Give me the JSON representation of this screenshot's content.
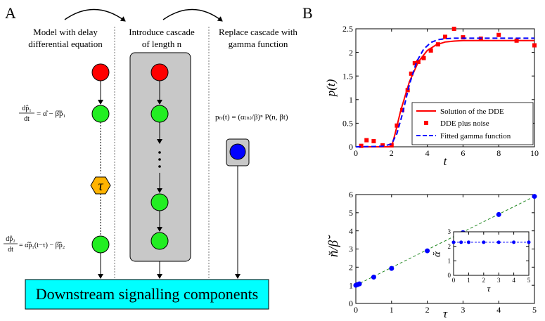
{
  "panel_a": {
    "panel_label": "A",
    "column_titles": [
      {
        "line1": "Model with delay",
        "line2": "differential equation"
      },
      {
        "line1": "Introduce cascade",
        "line2": "of length n"
      },
      {
        "line1": "Replace cascade with",
        "line2": "gamma function"
      }
    ],
    "eq1_lhs_num": "dp̂₁",
    "eq1_lhs_den": "dt",
    "eq1_rhs": "= α̂ − β̂p̂₁",
    "eq2_lhs_num": "dp̂₂",
    "eq2_lhs_den": "dt",
    "eq2_rhs": "= α̂p̂₁(t−τ) − β̂p̂₂",
    "eq3": "pₙ(t) = (α₍ₙ₎/β)ⁿ P(n, βt)",
    "tau_symbol": "τ",
    "downstream_label": "Downstream signalling components",
    "colors": {
      "red": "#ff0000",
      "green": "#22ee22",
      "blue": "#0000ff",
      "tau": "#ffb300",
      "cascade_box": "#c8c8c8",
      "downstream": "#00ffff"
    }
  },
  "panel_b": {
    "panel_label": "B",
    "chart_data": [
      {
        "type": "line",
        "xlabel": "t",
        "ylabel": "p(t)",
        "xlim": [
          0,
          10
        ],
        "ylim": [
          0,
          2.5
        ],
        "xticks": [
          "0",
          "2",
          "4",
          "6",
          "8",
          "10"
        ],
        "yticks": [
          "0",
          "0.5",
          "1",
          "1.5",
          "2",
          "2.5"
        ],
        "legend_position": "bottom-right",
        "series": [
          {
            "name": "Solution of the DDE",
            "color": "#ff0000",
            "style": "solid",
            "x": [
              0,
              1,
              2.0,
              2.2,
              2.5,
              3.0,
              3.5,
              4.0,
              4.5,
              5.0,
              5.5,
              6.0,
              7.0,
              8.0,
              10.0
            ],
            "y": [
              0,
              0,
              0,
              0.28,
              0.75,
              1.38,
              1.8,
              2.04,
              2.16,
              2.22,
              2.24,
              2.25,
              2.25,
              2.25,
              2.25
            ]
          },
          {
            "name": "DDE plus noise",
            "color": "#ff0000",
            "style": "square-markers",
            "x": [
              0.3,
              0.6,
              1.0,
              1.5,
              2.0,
              2.3,
              2.6,
              2.9,
              3.1,
              3.3,
              3.5,
              3.8,
              4.2,
              4.6,
              5.0,
              5.5,
              6.0,
              7.0,
              8.0,
              9.0,
              10.0
            ],
            "y": [
              0.02,
              0.14,
              0.12,
              0.03,
              0.03,
              0.45,
              0.78,
              1.2,
              1.55,
              1.77,
              1.8,
              1.88,
              2.04,
              2.17,
              2.33,
              2.5,
              2.32,
              2.29,
              2.37,
              2.25,
              2.15
            ]
          },
          {
            "name": "Fitted gamma function",
            "color": "#0000ff",
            "style": "dashed",
            "x": [
              0,
              1.5,
              2.0,
              2.3,
              2.6,
              3.0,
              3.4,
              3.8,
              4.2,
              4.6,
              5.0,
              5.5,
              6.0,
              7.0,
              8.0,
              10.0
            ],
            "y": [
              0,
              0.01,
              0.06,
              0.28,
              0.68,
              1.32,
              1.8,
              2.07,
              2.21,
              2.27,
              2.29,
              2.3,
              2.3,
              2.3,
              2.3,
              2.3
            ]
          }
        ]
      },
      {
        "type": "scatter",
        "xlabel": "τ",
        "ylabel": "n̆/β̆",
        "xlim": [
          0,
          5
        ],
        "ylim": [
          0,
          6
        ],
        "xticks": [
          "0",
          "1",
          "2",
          "3",
          "4",
          "5"
        ],
        "yticks": [
          "0",
          "1",
          "2",
          "3",
          "4",
          "5",
          "6"
        ],
        "series": [
          {
            "name": "",
            "color": "#0000ff",
            "style": "markers",
            "x": [
              0,
              0.05,
              0.1,
              0.5,
              1.0,
              2.0,
              3.0,
              4.0,
              5.0
            ],
            "y": [
              1.0,
              1.04,
              1.08,
              1.45,
              1.93,
              2.9,
              3.9,
              4.9,
              5.9
            ]
          },
          {
            "name": "",
            "color": "#228822",
            "style": "dashed",
            "x": [
              0,
              5
            ],
            "y": [
              1.0,
              5.9
            ]
          }
        ]
      },
      {
        "type": "scatter",
        "inset": true,
        "xlabel": "τ",
        "ylabel": "ᾰ",
        "xlim": [
          0,
          5
        ],
        "ylim": [
          0,
          3
        ],
        "xticks": [
          "0",
          "1",
          "2",
          "3",
          "4",
          "5"
        ],
        "yticks": [
          "0",
          "1",
          "2",
          "3"
        ],
        "series": [
          {
            "name": "",
            "color": "#0000ff",
            "style": "markers-dashed",
            "x": [
              0,
              0.5,
              1.0,
              2.0,
              3.0,
              4.0,
              5.0
            ],
            "y": [
              2.28,
              2.28,
              2.28,
              2.28,
              2.28,
              2.28,
              2.28
            ]
          }
        ]
      }
    ]
  }
}
